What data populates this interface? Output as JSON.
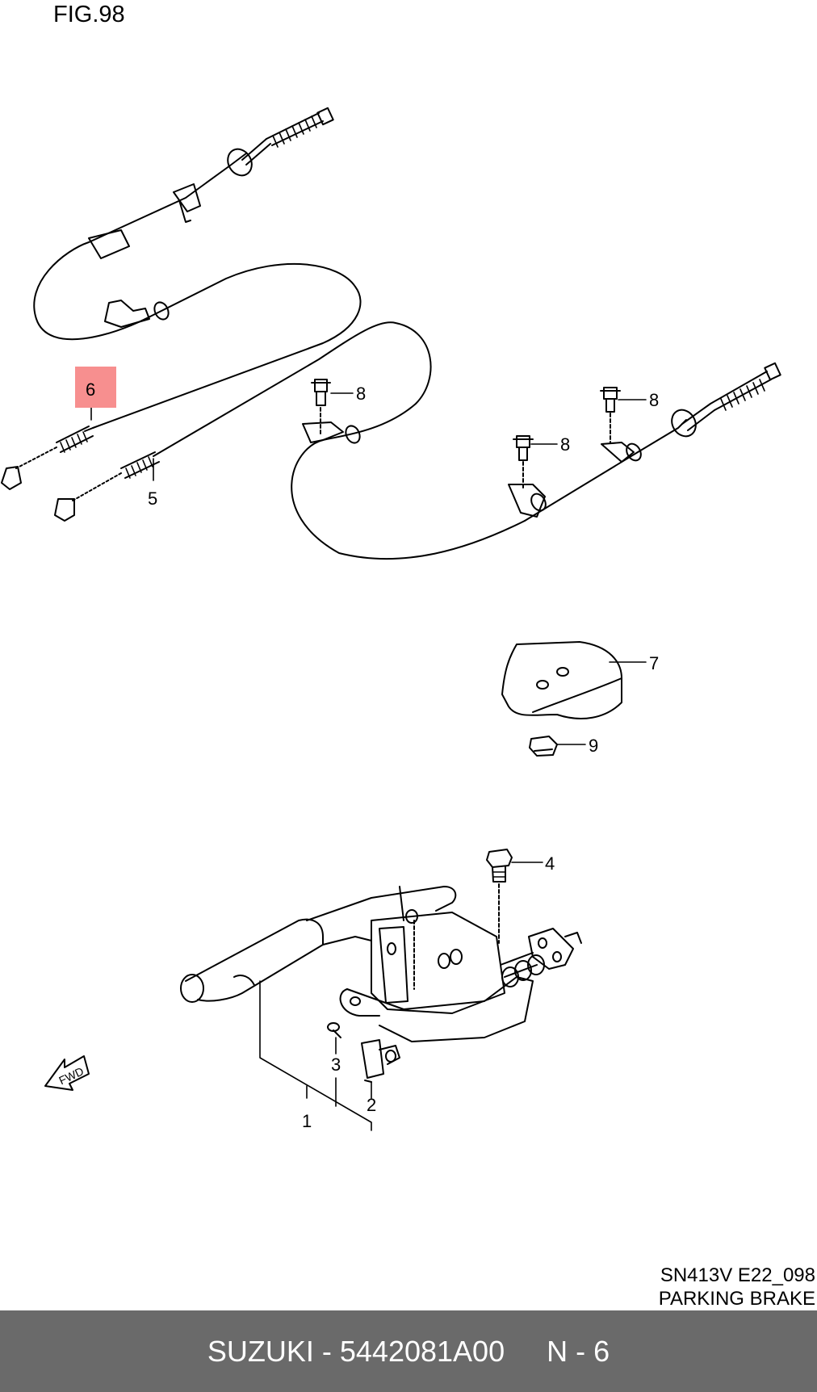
{
  "figure": {
    "title": "FIG.98",
    "model_code": "SN413V  E22_098",
    "section_name": "PARKING BRAKE",
    "fwd_label": "FWD"
  },
  "callouts": [
    {
      "id": "1",
      "label": "1"
    },
    {
      "id": "2",
      "label": "2"
    },
    {
      "id": "3",
      "label": "3"
    },
    {
      "id": "4",
      "label": "4"
    },
    {
      "id": "5",
      "label": "5"
    },
    {
      "id": "6",
      "label": "6",
      "highlighted": true
    },
    {
      "id": "7",
      "label": "7"
    },
    {
      "id": "8a",
      "label": "8"
    },
    {
      "id": "8b",
      "label": "8"
    },
    {
      "id": "8c",
      "label": "8"
    },
    {
      "id": "9",
      "label": "9"
    }
  ],
  "footer": {
    "part_text": "SUZUKI - 5442081A00",
    "ref_text": "N - 6"
  },
  "colors": {
    "highlight": "#f78f8f",
    "footer_bg": "#6a6a6a",
    "footer_text": "#ffffff",
    "line": "#000000"
  }
}
